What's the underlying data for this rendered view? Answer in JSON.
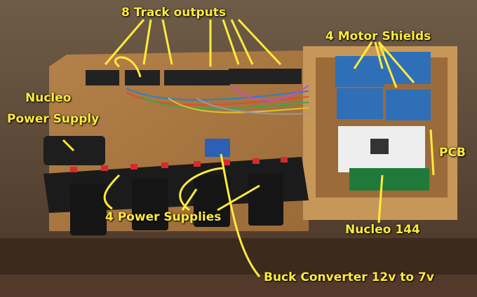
{
  "labels": {
    "track_outputs": "8 Track outputs",
    "motor_shields": "4 Motor Shields",
    "nucleo_supply_line1": "Nucleo",
    "nucleo_supply_line2": "Power Supply",
    "pcb": "PCB",
    "power_supplies": "4 Power Supplies",
    "nucleo_144": "Nucleo 144",
    "buck_converter": "Buck Converter 12v to 7v"
  },
  "colors": {
    "annotation": "#ffeb3b",
    "board": "#a9773f",
    "motor_shield": "#2f6fb8",
    "nucleo_board": "#eeeeee",
    "power_strip": "#1b1b1b",
    "switch_red": "#d82a2a"
  }
}
